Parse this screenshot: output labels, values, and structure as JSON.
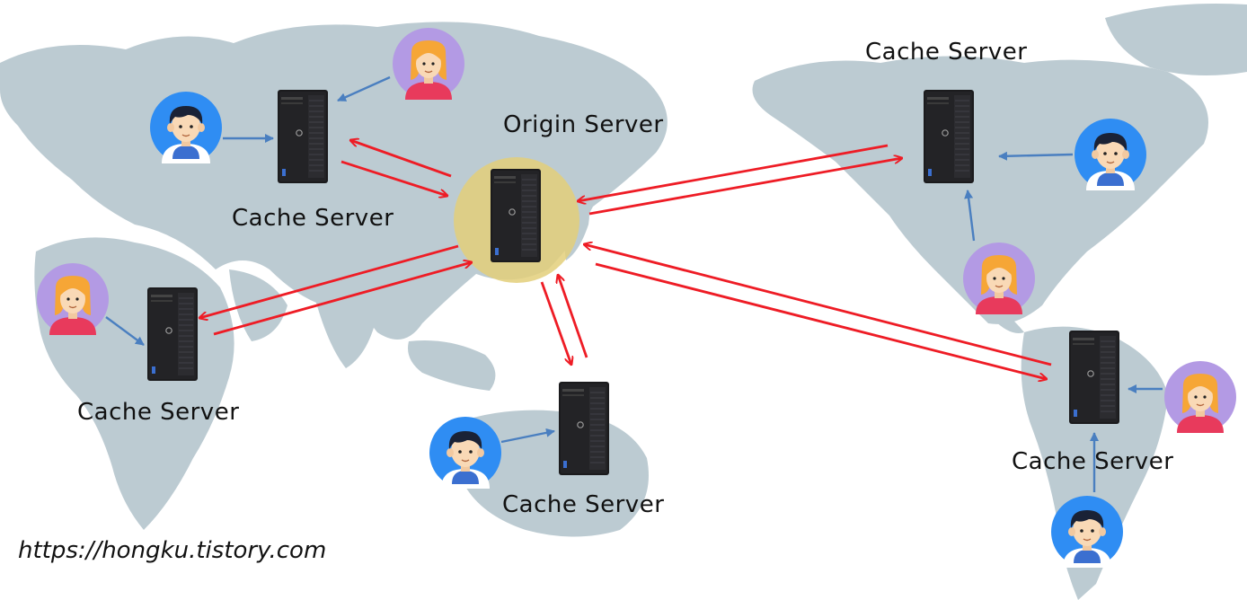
{
  "diagram": {
    "origin_label": "Origin Server",
    "cache_label": "Cache Server",
    "watermark": "https://hongku.tistory.com",
    "colors": {
      "arrow_origin": "#ee1c25",
      "arrow_user": "#4a7fc0",
      "origin_halo": "#e3cf7a",
      "land": "#b9c8cf",
      "user_bg_male": "#2f8df3",
      "user_bg_female": "#b39ae4"
    }
  }
}
